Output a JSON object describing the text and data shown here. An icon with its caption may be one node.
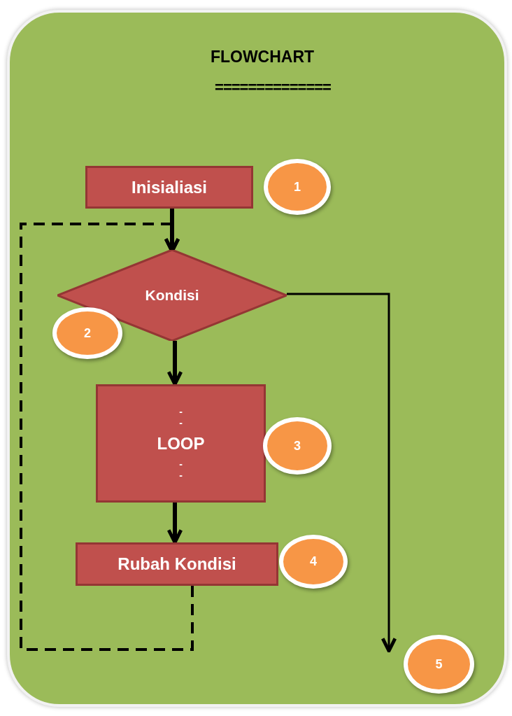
{
  "diagram": {
    "title": "FLOWCHART",
    "nodes": [
      {
        "text": [
          "Inisialiasi"
        ]
      },
      {
        "text": [
          "1"
        ]
      },
      {
        "text": [
          "Kondisi"
        ]
      },
      {
        "text": [
          "2"
        ]
      },
      {
        "text": [
          "-",
          "-",
          "LOOP",
          "-",
          "-"
        ]
      },
      {
        "text": [
          "3"
        ]
      },
      {
        "text": [
          "Rubah Kondisi"
        ]
      },
      {
        "text": [
          "4"
        ]
      },
      {
        "text": [
          "5"
        ]
      }
    ],
    "edges": [
      {
        "from": 0,
        "to": 2,
        "arrow": "to"
      },
      {
        "from": 2,
        "to": 4,
        "arrow": "to"
      },
      {
        "from": 4,
        "to": 6,
        "arrow": "to"
      },
      {
        "from": 6,
        "to": 2,
        "arrow": "to",
        "style": "dashed"
      },
      {
        "from": 2,
        "to": 8,
        "arrow": "to"
      }
    ],
    "labels": [
      "=============="
    ]
  }
}
